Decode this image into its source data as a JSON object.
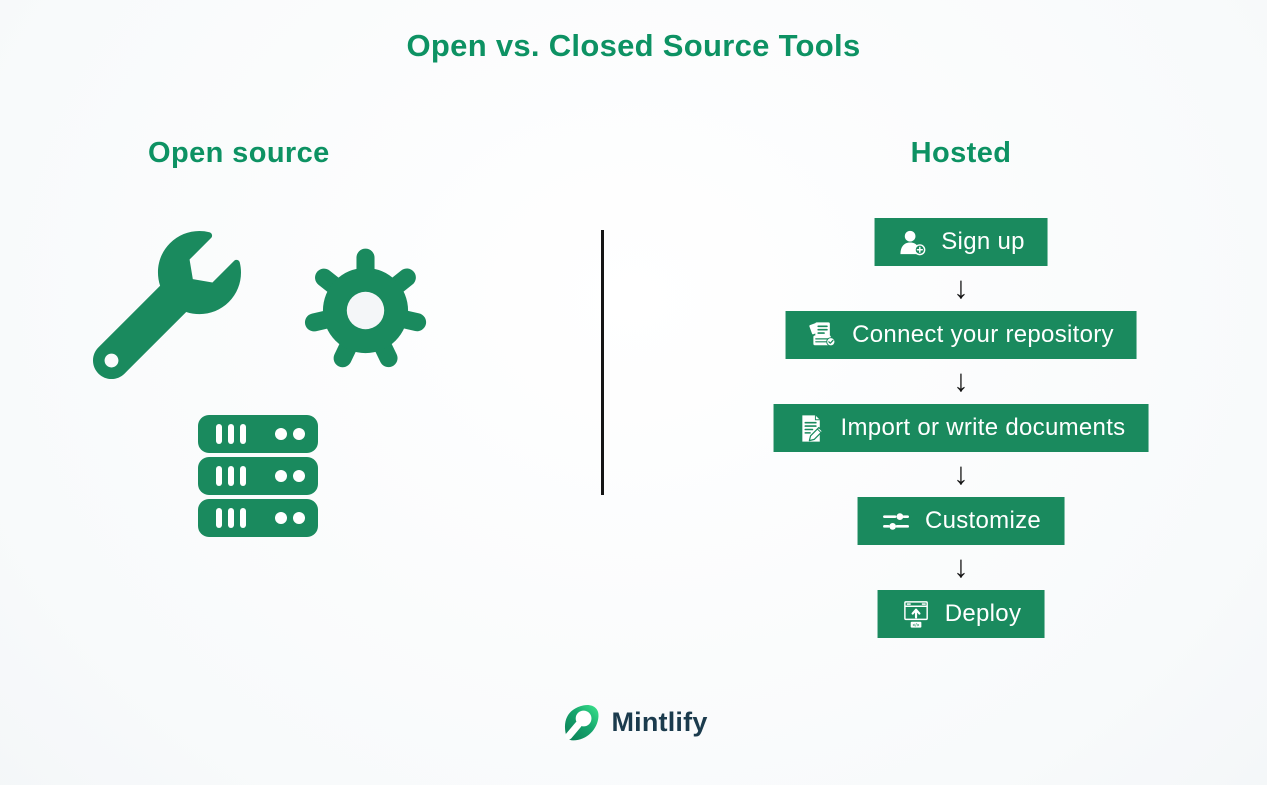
{
  "title": "Open vs. Closed Source Tools",
  "colors": {
    "heading_green": "#0d9263",
    "button_green": "#1a8a5e",
    "icon_green": "#1a8a5e",
    "button_text": "#ffffff",
    "arrow_black": "#151515",
    "divider_black": "#151515",
    "wordmark_navy": "#1b3b4d",
    "bg_inner": "#ffffff",
    "bg_outer": "#edf1f4"
  },
  "columns": {
    "open_source": {
      "heading": "Open source",
      "icons": [
        "wrench-icon",
        "gear-icon",
        "server-rack-icon"
      ]
    },
    "hosted": {
      "heading": "Hosted",
      "steps": [
        {
          "label": "Sign up",
          "icon": "user-plus-icon"
        },
        {
          "label": "Connect your repository",
          "icon": "repository-check-icon"
        },
        {
          "label": "Import or write documents",
          "icon": "document-pencil-icon"
        },
        {
          "label": "Customize",
          "icon": "sliders-icon"
        },
        {
          "label": "Deploy",
          "icon": "deploy-window-icon"
        }
      ]
    }
  },
  "glyphs": {
    "arrow_down": "↓",
    "code_tag": "</>"
  },
  "footer": {
    "brand": "Mintlify"
  }
}
